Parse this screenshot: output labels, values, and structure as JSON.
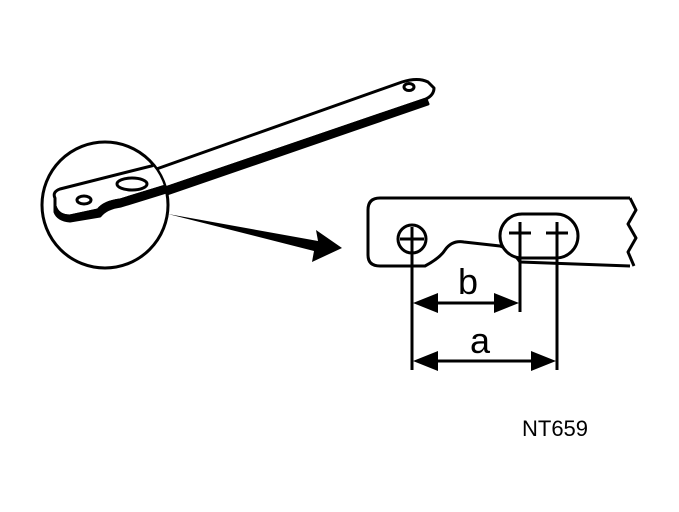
{
  "figure": {
    "dimension_a": "a",
    "dimension_b": "b",
    "figure_code": "NT659"
  }
}
